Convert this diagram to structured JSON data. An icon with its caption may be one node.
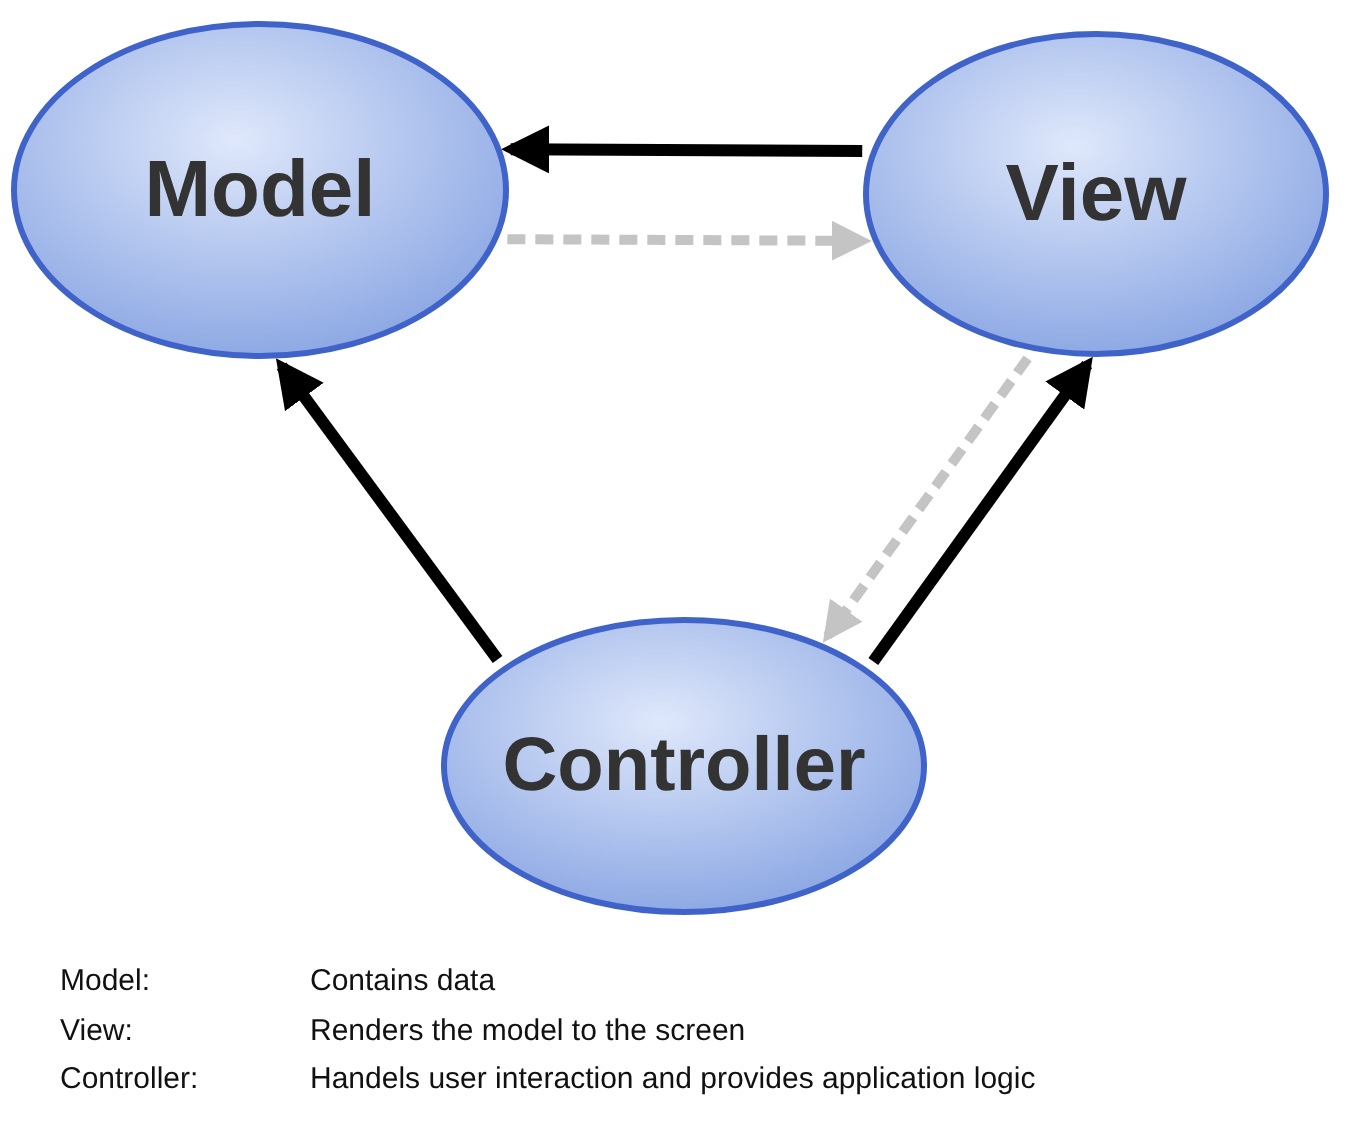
{
  "diagram": {
    "nodes": [
      {
        "text": [
          "Model"
        ]
      },
      {
        "text": [
          "View"
        ]
      },
      {
        "text": [
          "Controller"
        ]
      }
    ],
    "edges": [
      {
        "from": 1,
        "to": 0,
        "arrow": "to"
      },
      {
        "from": 0,
        "to": 1,
        "arrow": "to",
        "style": "dashed",
        "color": "#c4c4c4"
      },
      {
        "from": 2,
        "to": 0,
        "arrow": "to"
      },
      {
        "from": 1,
        "to": 2,
        "arrow": "to",
        "style": "dashed",
        "color": "#c4c4c4"
      },
      {
        "from": 2,
        "to": 1,
        "arrow": "to"
      }
    ],
    "labels": [
      "Model:",
      "Contains data",
      "View:",
      "Renders the model to the screen",
      "Controller:",
      "Handels user interaction and provides application logic"
    ]
  }
}
